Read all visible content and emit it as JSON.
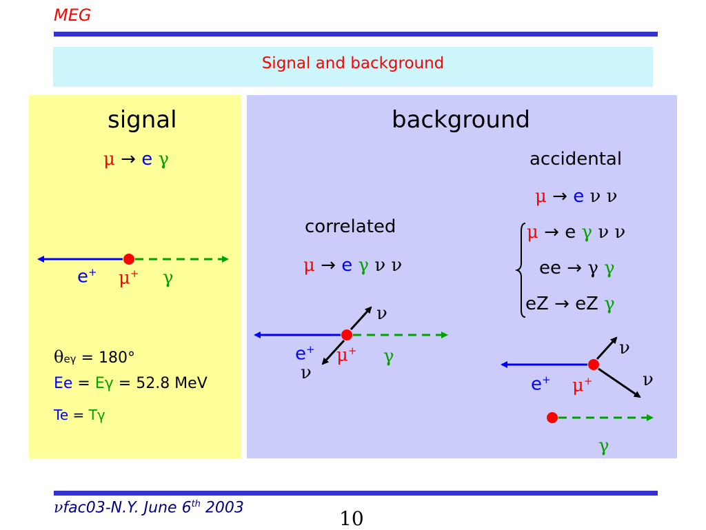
{
  "header": {
    "label": "MEG"
  },
  "slide": {
    "title": "Signal and background",
    "page_number": "10"
  },
  "footer": {
    "nu": "ν",
    "text": "fac03-N.Y. June 6",
    "sup": "th",
    "year": " 2003"
  },
  "symbols": {
    "mu": "μ",
    "arrow": "→",
    "e": "e",
    "gamma": "γ",
    "nu": "ν",
    "e_plus": "e",
    "plus": "+",
    "theta": "θ"
  },
  "signal": {
    "heading": "signal",
    "theta_sub": "eγ",
    "theta_value": " = 180°",
    "energy_ee": "Ee",
    "energy_eq": " = ",
    "energy_eg": "Eγ",
    "energy_value": " = 52.8 MeV",
    "time_te": "Te",
    "time_eq": " = ",
    "time_tg": "Tγ"
  },
  "background": {
    "heading": "background",
    "correlated": "correlated",
    "accidental": "accidental",
    "ee": "ee",
    "ez": "eZ",
    "ez_rhs": "eZ"
  },
  "colors": {
    "title_red": "#ff0000",
    "rule_blue": "#3333cc",
    "title_band": "#ccf6fb",
    "signal_bg": "#ffff99",
    "background_bg": "#ccccfa",
    "electron": "#0000ff",
    "photon": "#00a000",
    "muon": "#ff0000"
  }
}
